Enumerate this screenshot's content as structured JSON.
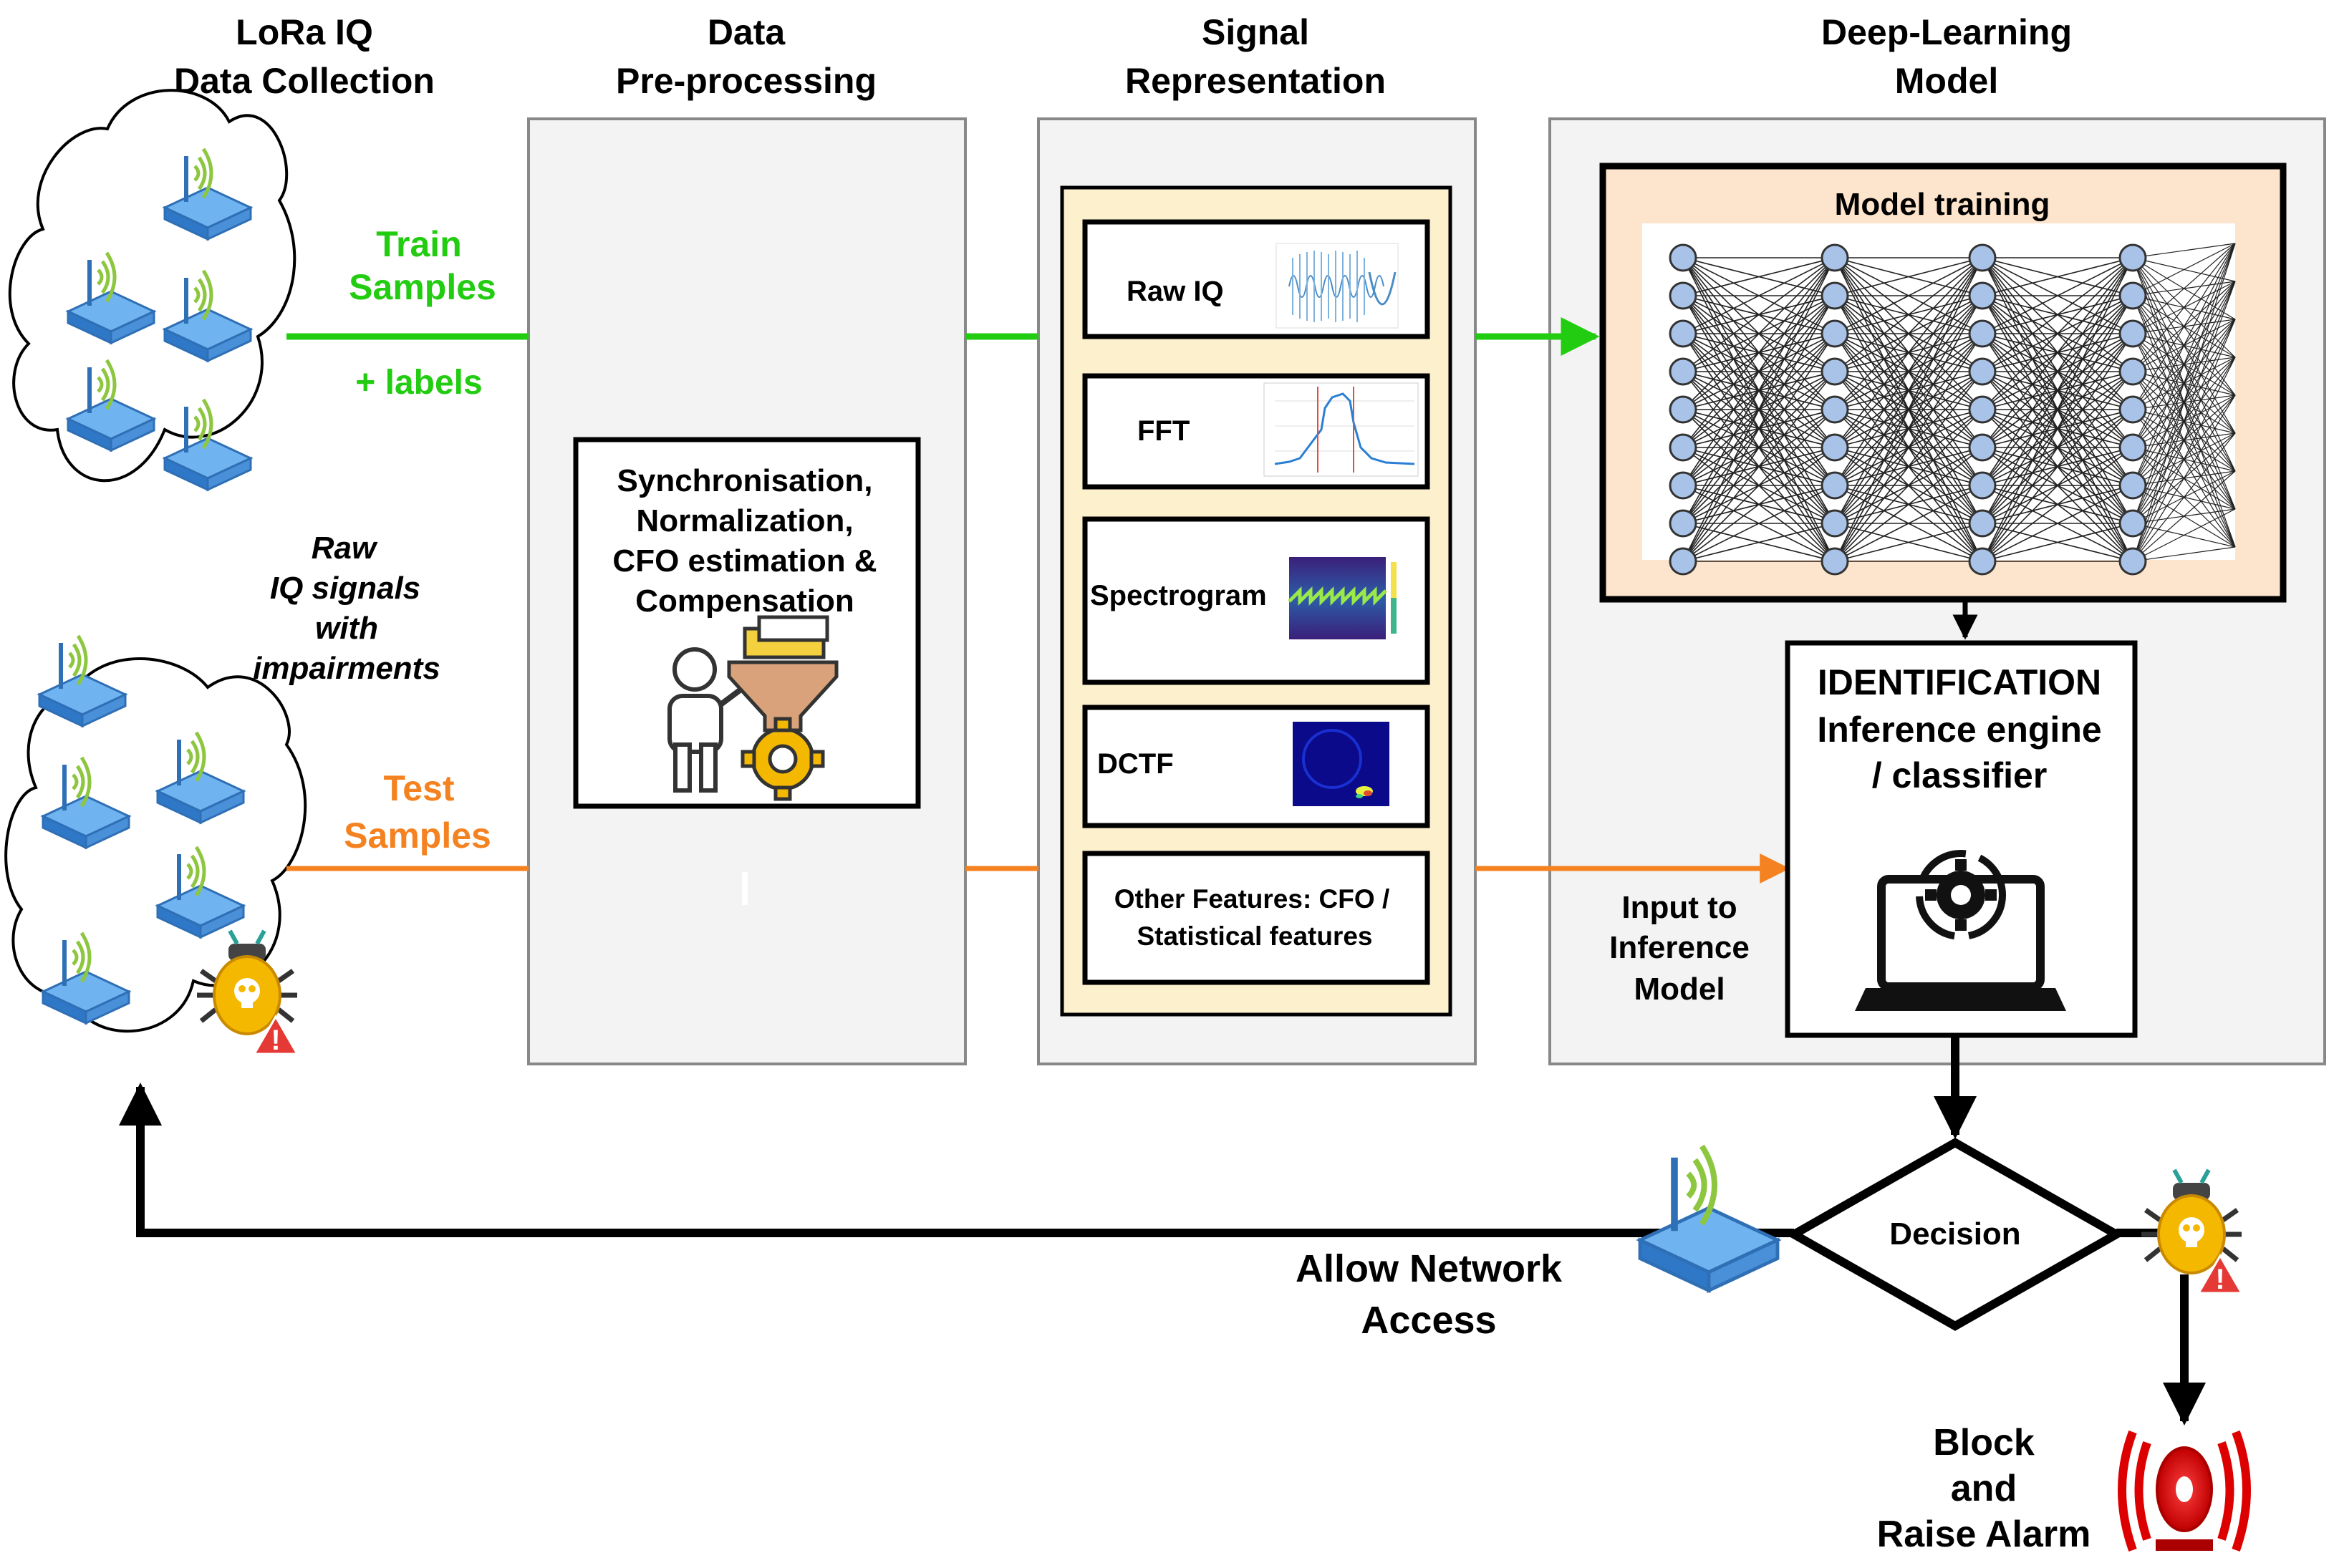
{
  "headers": {
    "collection": [
      "LoRa IQ",
      "Data Collection"
    ],
    "preprocessing": [
      "Data",
      "Pre-processing"
    ],
    "representation": [
      "Signal",
      "Representation"
    ],
    "model": [
      "Deep-Learning",
      "Model"
    ]
  },
  "train": {
    "line1": "Train",
    "line2": "Samples",
    "labels": "+ labels"
  },
  "test": {
    "line1": "Test",
    "line2": "Samples"
  },
  "raw_signals": [
    "Raw",
    "IQ signals",
    "with",
    "impairments"
  ],
  "preprocess_box": [
    "Synchronisation,",
    "Normalization,",
    "CFO estimation &",
    "Compensation"
  ],
  "representations": {
    "raw_iq": "Raw IQ",
    "fft": "FFT",
    "spectrogram": "Spectrogram",
    "dctf": "DCTF",
    "other": [
      "Other Features: CFO /",
      "Statistical features"
    ]
  },
  "model_training": "Model training",
  "identification": [
    "IDENTIFICATION",
    "Inference engine",
    "/ classifier"
  ],
  "inference_input": [
    "Input to",
    "Inference",
    "Model"
  ],
  "decision": "Decision",
  "allow": [
    "Allow Network",
    "Access"
  ],
  "block": [
    "Block",
    "and",
    "Raise Alarm"
  ],
  "colors": {
    "train": "#22cc11",
    "test": "#f58220",
    "panel": "#f3f3f3",
    "representation_bg": "#fdf0cc",
    "model_training_bg": "#fde4cc",
    "router": "#4a90d9",
    "neuron": "#a9c3e8"
  }
}
